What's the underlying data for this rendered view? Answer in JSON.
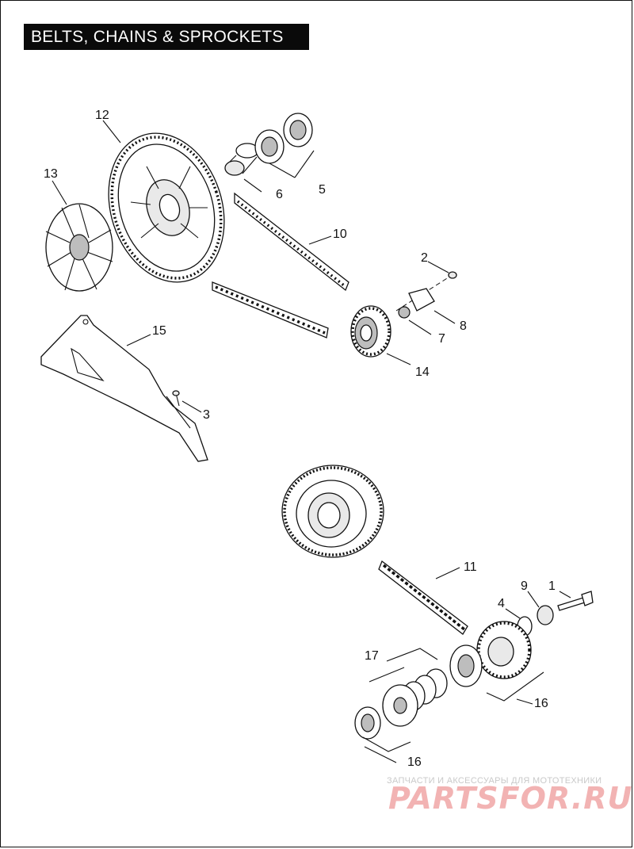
{
  "title": "BELTS, CHAINS & SPROCKETS",
  "callouts": {
    "c1": "1",
    "c2": "2",
    "c3": "3",
    "c4": "4",
    "c5": "5",
    "c6": "6",
    "c7": "7",
    "c8": "8",
    "c9": "9",
    "c10": "10",
    "c11": "11",
    "c12": "12",
    "c13": "13",
    "c14": "14",
    "c15": "15",
    "c16a": "16",
    "c16b": "16",
    "c17": "17"
  },
  "watermark": {
    "tagline": "ЗАПЧАСТИ И АКСЕССУАРЫ ДЛЯ МОТОТЕХНИКИ",
    "brand": "PARTSFOR.RU"
  }
}
